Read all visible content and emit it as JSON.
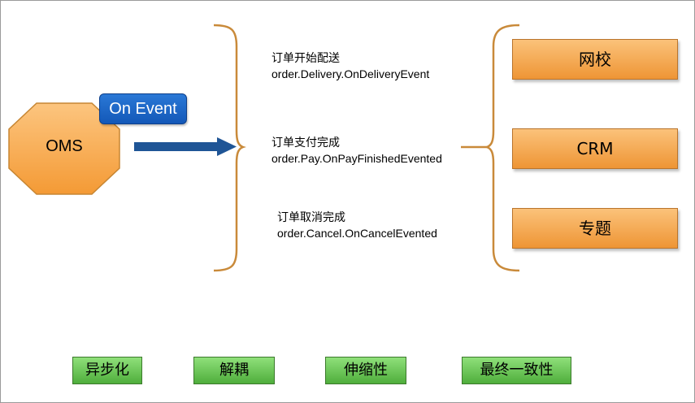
{
  "source": {
    "label": "OMS",
    "badge": "On Event"
  },
  "events": [
    {
      "name": "订单开始配送",
      "code": "order.Delivery.OnDeliveryEvent"
    },
    {
      "name": "订单支付完成",
      "code": "order.Pay.OnPayFinishedEvented"
    },
    {
      "name": "订单取消完成",
      "code": "order.Cancel.OnCancelEvented"
    }
  ],
  "targets": [
    "网校",
    "CRM",
    "专题"
  ],
  "benefits": [
    "异步化",
    "解耦",
    "伸缩性",
    "最终一致性"
  ],
  "colors": {
    "octagon": "#f8ac4f",
    "arrow": "#1f5596",
    "brace": "#c98a3a",
    "badge": "#1a63c6",
    "target": "#f4a64a",
    "benefit": "#6cc657"
  }
}
